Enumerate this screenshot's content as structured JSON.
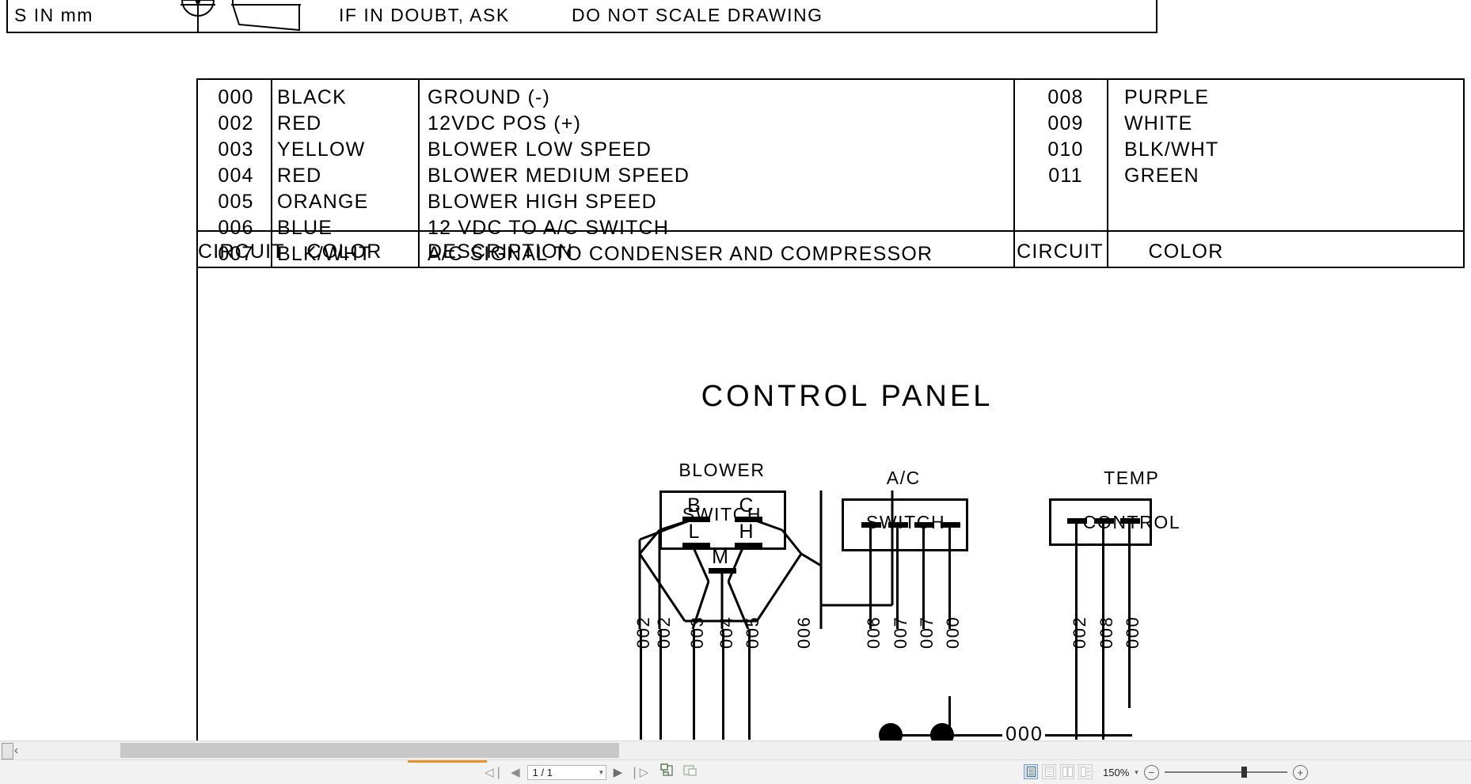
{
  "document": {
    "title_block": {
      "units_note": "S IN mm",
      "doubt_note": "IF IN DOUBT, ASK",
      "scale_note": "DO NOT SCALE DRAWING"
    },
    "legend": {
      "headers": {
        "circuit": "CIRCUIT",
        "color": "COLOR",
        "description": "DESCRIPTION"
      },
      "left_rows": [
        {
          "circuit": "000",
          "color": "BLACK",
          "description": "GROUND (-)"
        },
        {
          "circuit": "002",
          "color": "RED",
          "description": "12VDC POS (+)"
        },
        {
          "circuit": "003",
          "color": "YELLOW",
          "description": "BLOWER LOW SPEED"
        },
        {
          "circuit": "004",
          "color": "RED",
          "description": "BLOWER MEDIUM SPEED"
        },
        {
          "circuit": "005",
          "color": "ORANGE",
          "description": "BLOWER HIGH SPEED"
        },
        {
          "circuit": "006",
          "color": "BLUE",
          "description": "12 VDC TO A/C SWITCH"
        },
        {
          "circuit": "007",
          "color": "BLK/WHT",
          "description": "A/C SIGNAL TO CONDENSER AND COMPRESSOR"
        }
      ],
      "right_rows": [
        {
          "circuit": "008",
          "color": "PURPLE"
        },
        {
          "circuit": "009",
          "color": "WHITE"
        },
        {
          "circuit": "010",
          "color": "BLK/WHT"
        },
        {
          "circuit": "011",
          "color": "GREEN"
        }
      ]
    },
    "schematic": {
      "title": "CONTROL PANEL",
      "components": [
        {
          "name": "blower-switch",
          "label_line1": "BLOWER",
          "label_line2": "SWITCH",
          "terminals": [
            "B",
            "C",
            "L",
            "H",
            "M"
          ],
          "wire_numbers": [
            "002",
            "002",
            "003",
            "004",
            "005",
            "006"
          ]
        },
        {
          "name": "ac-switch",
          "label_line1": "A/C",
          "label_line2": "SWITCH",
          "terminals": [],
          "wire_numbers": [
            "006",
            "007",
            "007",
            "000"
          ]
        },
        {
          "name": "temp-control",
          "label_line1": "TEMP",
          "label_line2": "CONTROL",
          "terminals": [],
          "wire_numbers": [
            "002",
            "008",
            "000"
          ]
        }
      ],
      "ground_bus_label": "000"
    }
  },
  "viewer": {
    "navigation": {
      "first_label": "◁❘",
      "prev_label": "◀",
      "page_value": "1 / 1",
      "caret": "▾",
      "next_label": "▶",
      "last_label": "❘▷"
    },
    "zoom": {
      "level": "150%",
      "caret": "▾",
      "out_label": "−",
      "in_label": "+"
    },
    "scrollbar": {
      "left_arrow": "‹"
    }
  }
}
